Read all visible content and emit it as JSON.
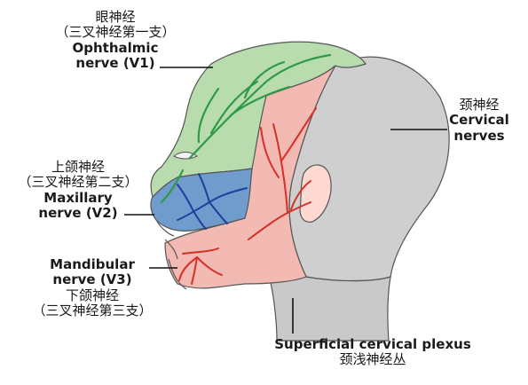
{
  "colors": {
    "v1_region": "#b9dcae",
    "v1_nerve": "#2e9a48",
    "v2_region": "#6f9ccc",
    "v2_nerve": "#1f3f9e",
    "v3_region": "#f3b9b3",
    "v3_nerve": "#d62f26",
    "cervical_region": "#cfcfcf",
    "skin": "#bfbfbf",
    "outline": "#555555",
    "leader_line": "#111111"
  },
  "labels": {
    "v1": {
      "cn": "眼神经",
      "cn_sub": "（三叉神经第一支）",
      "en_1": "Ophthalmic",
      "en_2": "nerve (V1)"
    },
    "v2": {
      "cn": "上颌神经",
      "cn_sub": "（三叉神经第二支）",
      "en_1": "Maxillary",
      "en_2": "nerve (V2)"
    },
    "v3": {
      "en_1": "Mandibular",
      "en_2": "nerve (V3)",
      "cn": "下颌神经",
      "cn_sub": "（三叉神经第三支）"
    },
    "cervical": {
      "cn": "颈神经",
      "en_1": "Cervical",
      "en_2": "nerves"
    },
    "plexus": {
      "en": "Superficial cervical plexus",
      "cn": "颈浅神经丛"
    }
  }
}
